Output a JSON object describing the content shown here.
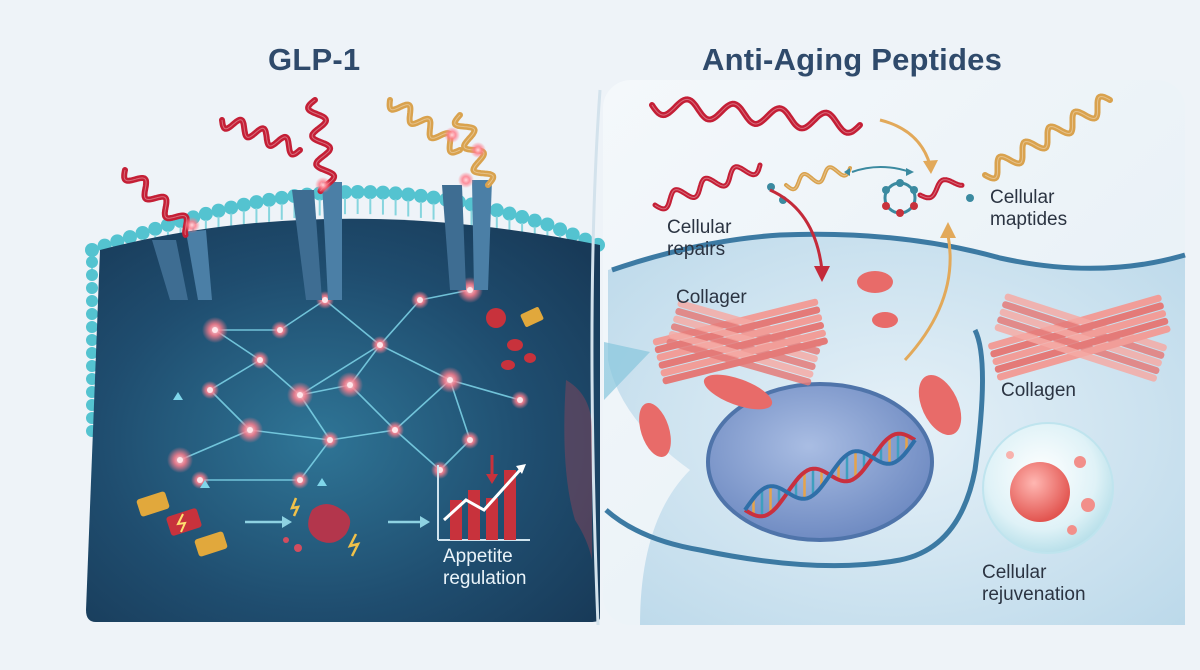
{
  "left_panel": {
    "title": "GLP-1",
    "label_appetite": "Appetite\nregulation"
  },
  "right_panel": {
    "title": "Anti-Aging Peptides",
    "label_repairs": "Cellular\nrepairs",
    "label_maptides": "Cellular\nmaptides",
    "label_collager": "Collager",
    "label_collagen": "Collagen",
    "label_rejuvenation": "Cellular\nrejuvenation"
  },
  "colors": {
    "page_bg": "#eef3f8",
    "cell_dark": "#1f4b6b",
    "membrane": "#48b9c8",
    "receptor": "#3f6f93",
    "peptide_red": "#c41f36",
    "peptide_gold": "#d9a24e",
    "cell_light": "#cfe5f2",
    "nucleus": "#7f9bcf",
    "collagen": "#e06a6a"
  }
}
